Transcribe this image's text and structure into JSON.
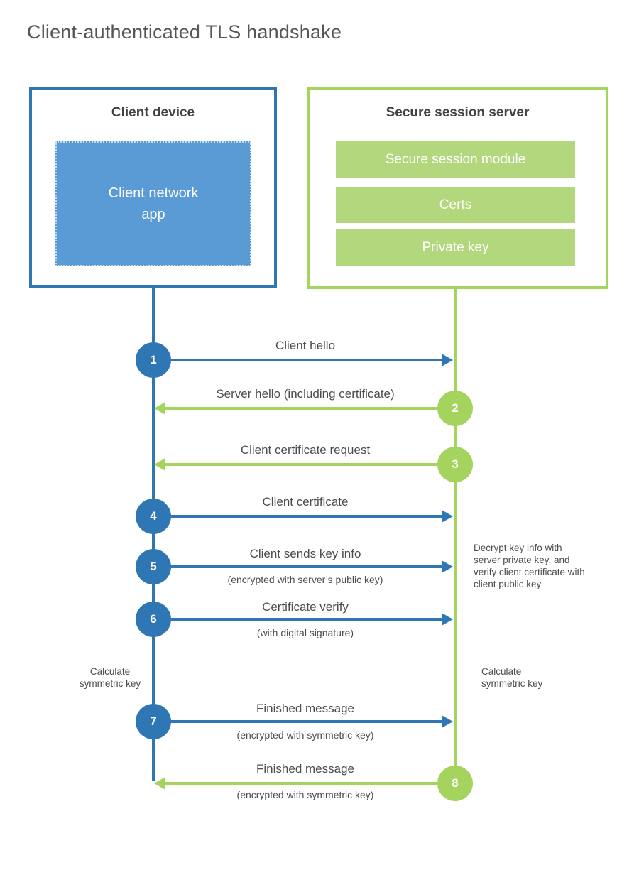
{
  "title": "Client-authenticated TLS handshake",
  "colors": {
    "blue": "#2f76b5",
    "blue_fill": "#5b9bd5",
    "green": "#a4d45e",
    "green_fill": "#b3d77d",
    "text_dark": "#3f4144",
    "text": "#4b4c4e",
    "title": "#55565a"
  },
  "client": {
    "title": "Client device",
    "app_label": "Client network app"
  },
  "server": {
    "title": "Secure session server",
    "modules": [
      "Secure session module",
      "Certs",
      "Private key"
    ]
  },
  "steps": [
    {
      "num": "1",
      "label": "Client hello",
      "sublabel": "",
      "direction": "right",
      "actor": "client"
    },
    {
      "num": "2",
      "label": "Server hello (including certificate)",
      "sublabel": "",
      "direction": "left",
      "actor": "server"
    },
    {
      "num": "3",
      "label": "Client certificate request",
      "sublabel": "",
      "direction": "left",
      "actor": "server"
    },
    {
      "num": "4",
      "label": "Client certificate",
      "sublabel": "",
      "direction": "right",
      "actor": "client"
    },
    {
      "num": "5",
      "label": "Client sends key info",
      "sublabel": "(encrypted with server’s public key)",
      "direction": "right",
      "actor": "client"
    },
    {
      "num": "6",
      "label": "Certificate verify",
      "sublabel": "(with digital signature)",
      "direction": "right",
      "actor": "client"
    },
    {
      "num": "7",
      "label": "Finished message",
      "sublabel": "(encrypted with symmetric key)",
      "direction": "right",
      "actor": "client"
    },
    {
      "num": "8",
      "label": "Finished message",
      "sublabel": "(encrypted with symmetric key)",
      "direction": "left",
      "actor": "server"
    }
  ],
  "notes": {
    "decrypt_note": "Decrypt key info with server private key, and verify client certificate with client public key",
    "calculate_left": "Calculate symmetric key",
    "calculate_right": "Calculate symmetric key"
  }
}
